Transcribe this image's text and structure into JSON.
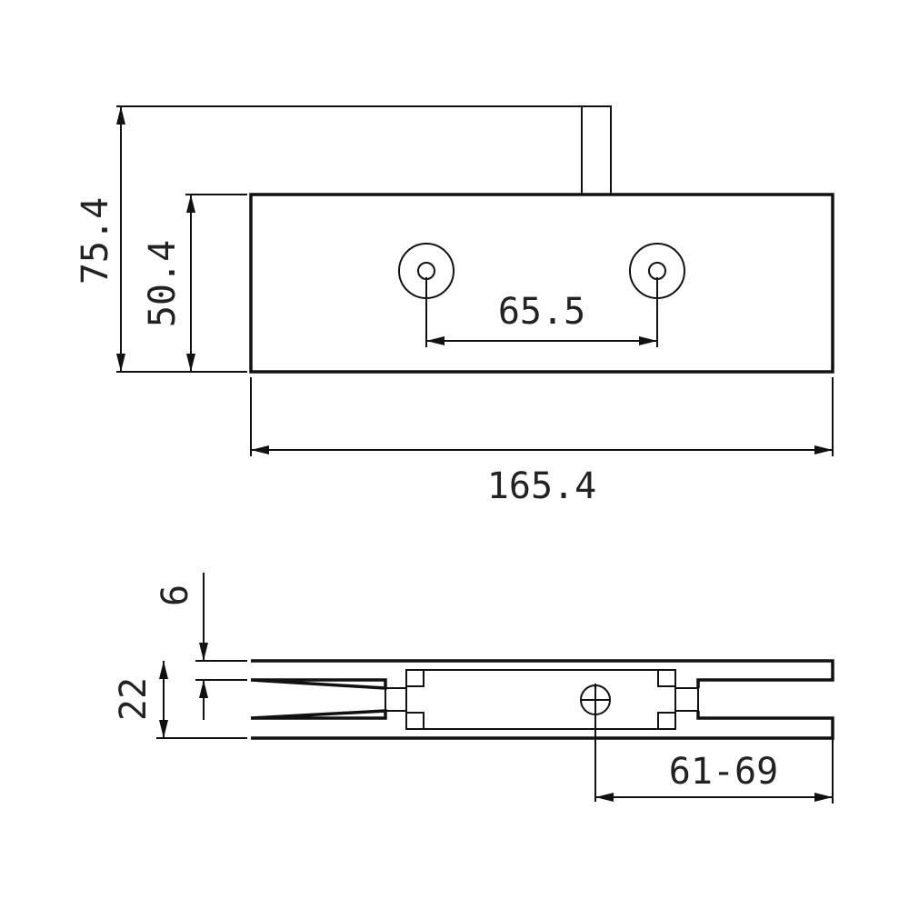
{
  "top_view": {
    "overall_height": "75.4",
    "plate_height": "50.4",
    "hole_spacing": "65.5",
    "plate_width": "165.4"
  },
  "side_view": {
    "glass_gap_offset": "6",
    "total_thickness": "22",
    "glass_range": "61-69"
  },
  "colors": {
    "line": "#111111",
    "background": "#ffffff"
  }
}
